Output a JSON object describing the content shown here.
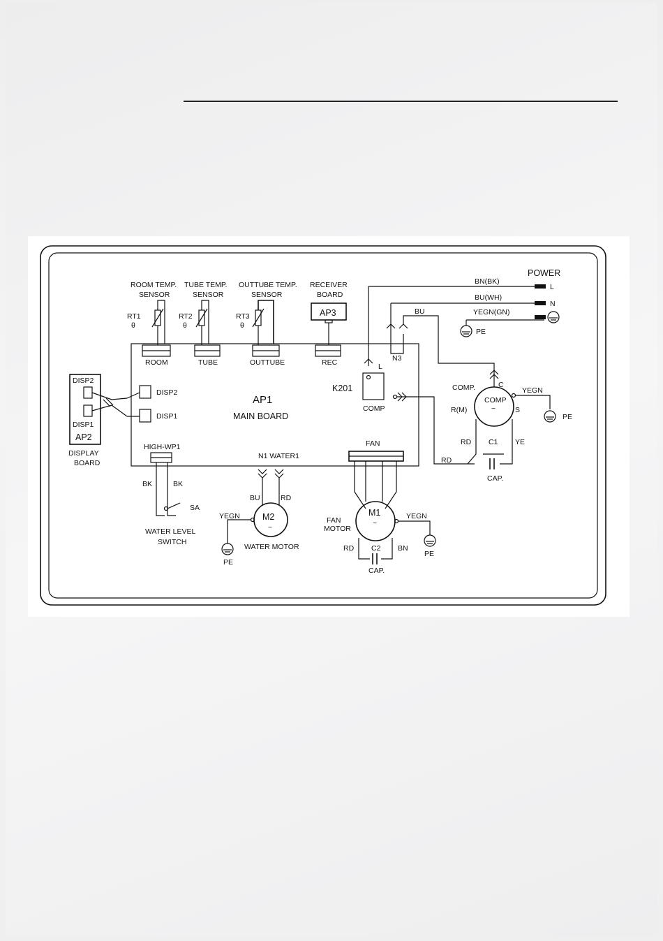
{
  "diagram": {
    "power": {
      "title": "POWER",
      "L": "L",
      "N": "N",
      "pe_supply": "PE"
    },
    "wires": {
      "bn_bk": "BN(BK)",
      "bu_wh": "BU(WH)",
      "yegn_gn": "YEGN(GN)",
      "bu": "BU",
      "n3": "N3",
      "rd": "RD",
      "ye": "YE",
      "bk": "BK",
      "yegn": "YEGN",
      "bn": "BN"
    },
    "sensors": {
      "room": {
        "title1": "ROOM TEMP.",
        "title2": "SENSOR",
        "ref": "RT1",
        "theta": "θ",
        "conn": "ROOM"
      },
      "tube": {
        "title1": "TUBE TEMP.",
        "title2": "SENSOR",
        "ref": "RT2",
        "theta": "θ",
        "conn": "TUBE"
      },
      "outtube": {
        "title1": "OUTTUBE TEMP.",
        "title2": "SENSOR",
        "ref": "RT3",
        "theta": "θ",
        "conn": "OUTTUBE"
      }
    },
    "receiver": {
      "title1": "RECEIVER",
      "title2": "BOARD",
      "ref": "AP3",
      "conn": "REC"
    },
    "main_board": {
      "ref": "AP1",
      "name": "MAIN BOARD",
      "relay": "K201",
      "relay_out": "COMP",
      "relay_L": "L"
    },
    "display": {
      "disp2": "DISP2",
      "disp1": "DISP1",
      "ref": "AP2",
      "name1": "DISPLAY",
      "name2": "BOARD",
      "conn2": "DISP2",
      "conn1": "DISP1"
    },
    "water_level": {
      "conn": "HIGH-WP1",
      "sa": "SA",
      "name1": "WATER LEVEL",
      "name2": "SWITCH"
    },
    "water_motor": {
      "conn": "N1  WATER1",
      "ref": "M2",
      "tilde": "~",
      "name": "WATER MOTOR",
      "pe": "PE"
    },
    "fan_motor": {
      "conn": "FAN",
      "ref": "M1",
      "tilde": "~",
      "name1": "FAN",
      "name2": "MOTOR",
      "cap": "C2",
      "cap_name": "CAP.",
      "pe": "PE"
    },
    "compressor": {
      "label": "COMP.",
      "body": "COMP",
      "tilde": "~",
      "c": "C",
      "r": "R(M)",
      "s": "S",
      "cap": "C1",
      "cap_name": "CAP.",
      "pe": "PE"
    }
  }
}
